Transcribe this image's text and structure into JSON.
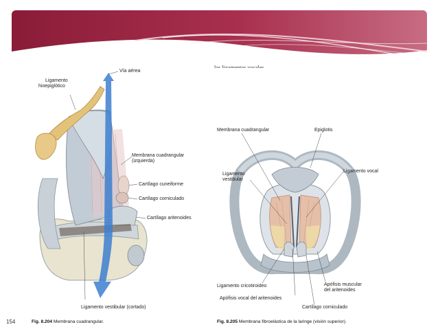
{
  "colors": {
    "banner_dark": "#8c1f3a",
    "banner_light": "#c96b82",
    "cartilage": "#cfd6dc",
    "airway_arrow": "#3d7fd0",
    "epiglottic_ligament": "#e3c27a"
  },
  "top_text": "los ligamentos vocales.",
  "figure_204": {
    "labels": {
      "airway": "Vía aérea",
      "hyoepiglottic_ligament_l1": "Ligamento",
      "hyoepiglottic_ligament_l2": "hioepiglótico",
      "quadrangular_membrane_l1": "Membrana cuadrangular",
      "quadrangular_membrane_l2": "(izquierda)",
      "cuneiform_cartilage": "Cartílago cuneiforme",
      "corniculate_cartilage": "Cartílago corniculado",
      "arytenoid_cartilage": "Cartílago aritenoides",
      "vestibular_ligament": "Ligamento vestibular (cortado)"
    },
    "caption_number": "Fig. 8.204",
    "caption_text": "Membrana cuadrangular.",
    "page_number": "154"
  },
  "figure_205": {
    "labels": {
      "quadrangular_membrane": "Membrana cuadrangular",
      "epiglottis": "Epiglotis",
      "vestibular_ligament_l1": "Ligamento",
      "vestibular_ligament_l2": "vestibular",
      "vocal_ligament": "Ligamento vocal",
      "cricothyroid_ligament": "Ligamento cricotiroideo",
      "arytenoid_muscular_process_l1": "Apófisis muscular",
      "arytenoid_muscular_process_l2": "del aritenoides",
      "arytenoid_vocal_process": "Apófisis vocal del aritenoides",
      "corniculate_cartilage": "Cartílago corniculado"
    },
    "caption_number": "Fig. 8.205",
    "caption_text": "Membrana fibroelástica de la laringe (visión superior)."
  }
}
